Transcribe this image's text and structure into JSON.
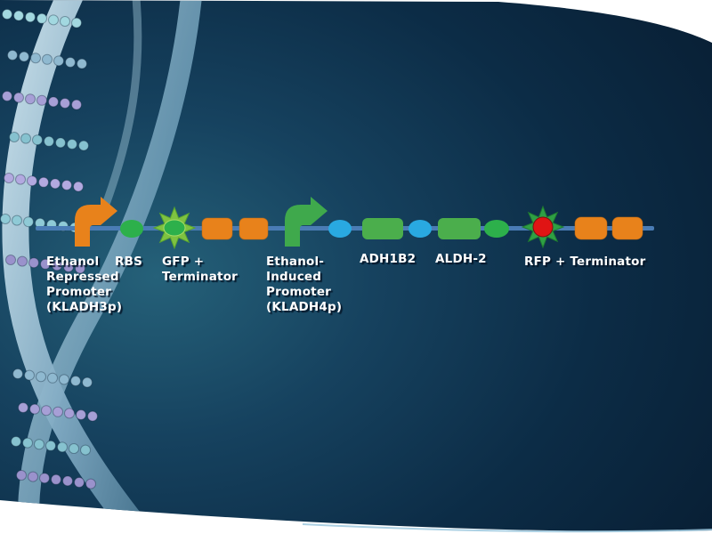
{
  "diagram": {
    "description": "Genetic construct map on dark slide with DNA helix graphic",
    "colors": {
      "backbone": "#4a7cb5",
      "promoter_repressed": "#e8821b",
      "promoter_induced": "#3fa94c",
      "terminator": "#e8821b",
      "rbs": "#2db04b",
      "gene": "#4bae4c",
      "marker_blue": "#29a9e1",
      "gfp_star": "#7fc241",
      "gfp_center": "#2db04b",
      "rfp_star": "#2fa044",
      "rfp_center": "#e01414",
      "slide_bg_light": "#256179",
      "slide_bg_dark": "#081e33"
    },
    "labels": [
      {
        "text": "Ethanol\nRepressed\nPromoter\n(KLADH3p)"
      },
      {
        "text": "RBS"
      },
      {
        "text": "GFP +\nTerminator"
      },
      {
        "text": "Ethanol-\nInduced\nPromoter\n(KLADH4p)"
      },
      {
        "text": "ADH1B2"
      },
      {
        "text": "ALDH-2"
      },
      {
        "text": "RFP + Terminator"
      }
    ],
    "parts": [
      {
        "name": "ethanol-repressed-promoter",
        "shape": "bent-arrow",
        "color_key": "promoter_repressed"
      },
      {
        "name": "rbs-1",
        "shape": "ellipse",
        "color_key": "rbs"
      },
      {
        "name": "gfp-starburst",
        "shape": "star-8pt",
        "color_key": "gfp_star"
      },
      {
        "name": "terminator-1a",
        "shape": "rounded-rect",
        "color_key": "terminator"
      },
      {
        "name": "terminator-1b",
        "shape": "rounded-rect",
        "color_key": "terminator"
      },
      {
        "name": "ethanol-induced-promoter",
        "shape": "bent-arrow",
        "color_key": "promoter_induced"
      },
      {
        "name": "marker-1",
        "shape": "ellipse",
        "color_key": "marker_blue"
      },
      {
        "name": "adh1b2-gene",
        "shape": "rounded-rect",
        "color_key": "gene"
      },
      {
        "name": "marker-2",
        "shape": "ellipse",
        "color_key": "marker_blue"
      },
      {
        "name": "aldh2-gene",
        "shape": "rounded-rect",
        "color_key": "gene"
      },
      {
        "name": "rbs-2",
        "shape": "ellipse",
        "color_key": "rbs"
      },
      {
        "name": "rfp-starburst",
        "shape": "star-8pt",
        "color_key": "rfp_star"
      },
      {
        "name": "terminator-2a",
        "shape": "rounded-rect",
        "color_key": "terminator"
      },
      {
        "name": "terminator-2b",
        "shape": "rounded-rect",
        "color_key": "terminator"
      }
    ]
  }
}
